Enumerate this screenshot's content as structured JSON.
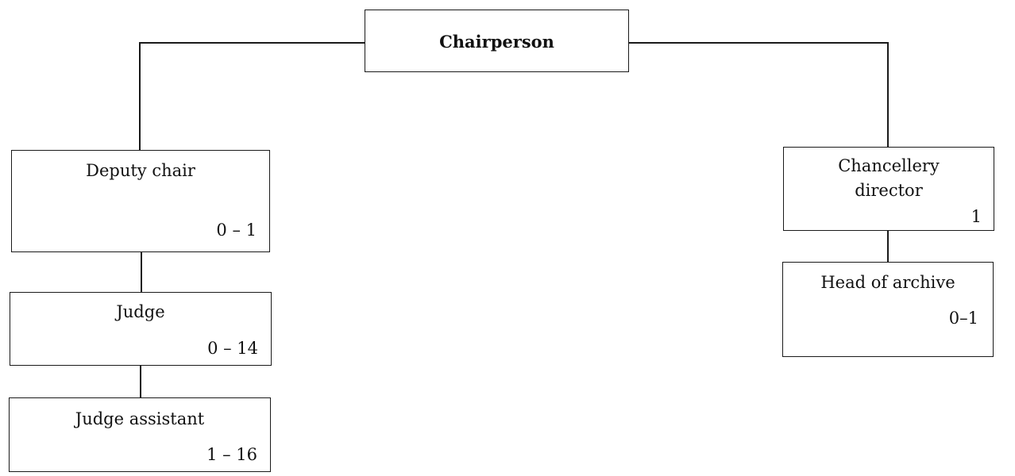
{
  "chart": {
    "nodes": {
      "chairperson": {
        "title": "Chairperson"
      },
      "deputy_chair": {
        "title": "Deputy chair",
        "count": "0 – 1"
      },
      "judge": {
        "title": "Judge",
        "count": "0 – 14"
      },
      "judge_assistant": {
        "title": "Judge assistant",
        "count": "1 – 16"
      },
      "chancellery_director": {
        "title_line1": "Chancellery",
        "title_line2": "director",
        "count": "1"
      },
      "head_of_archive": {
        "title": "Head of archive",
        "count": "0–1"
      }
    }
  }
}
